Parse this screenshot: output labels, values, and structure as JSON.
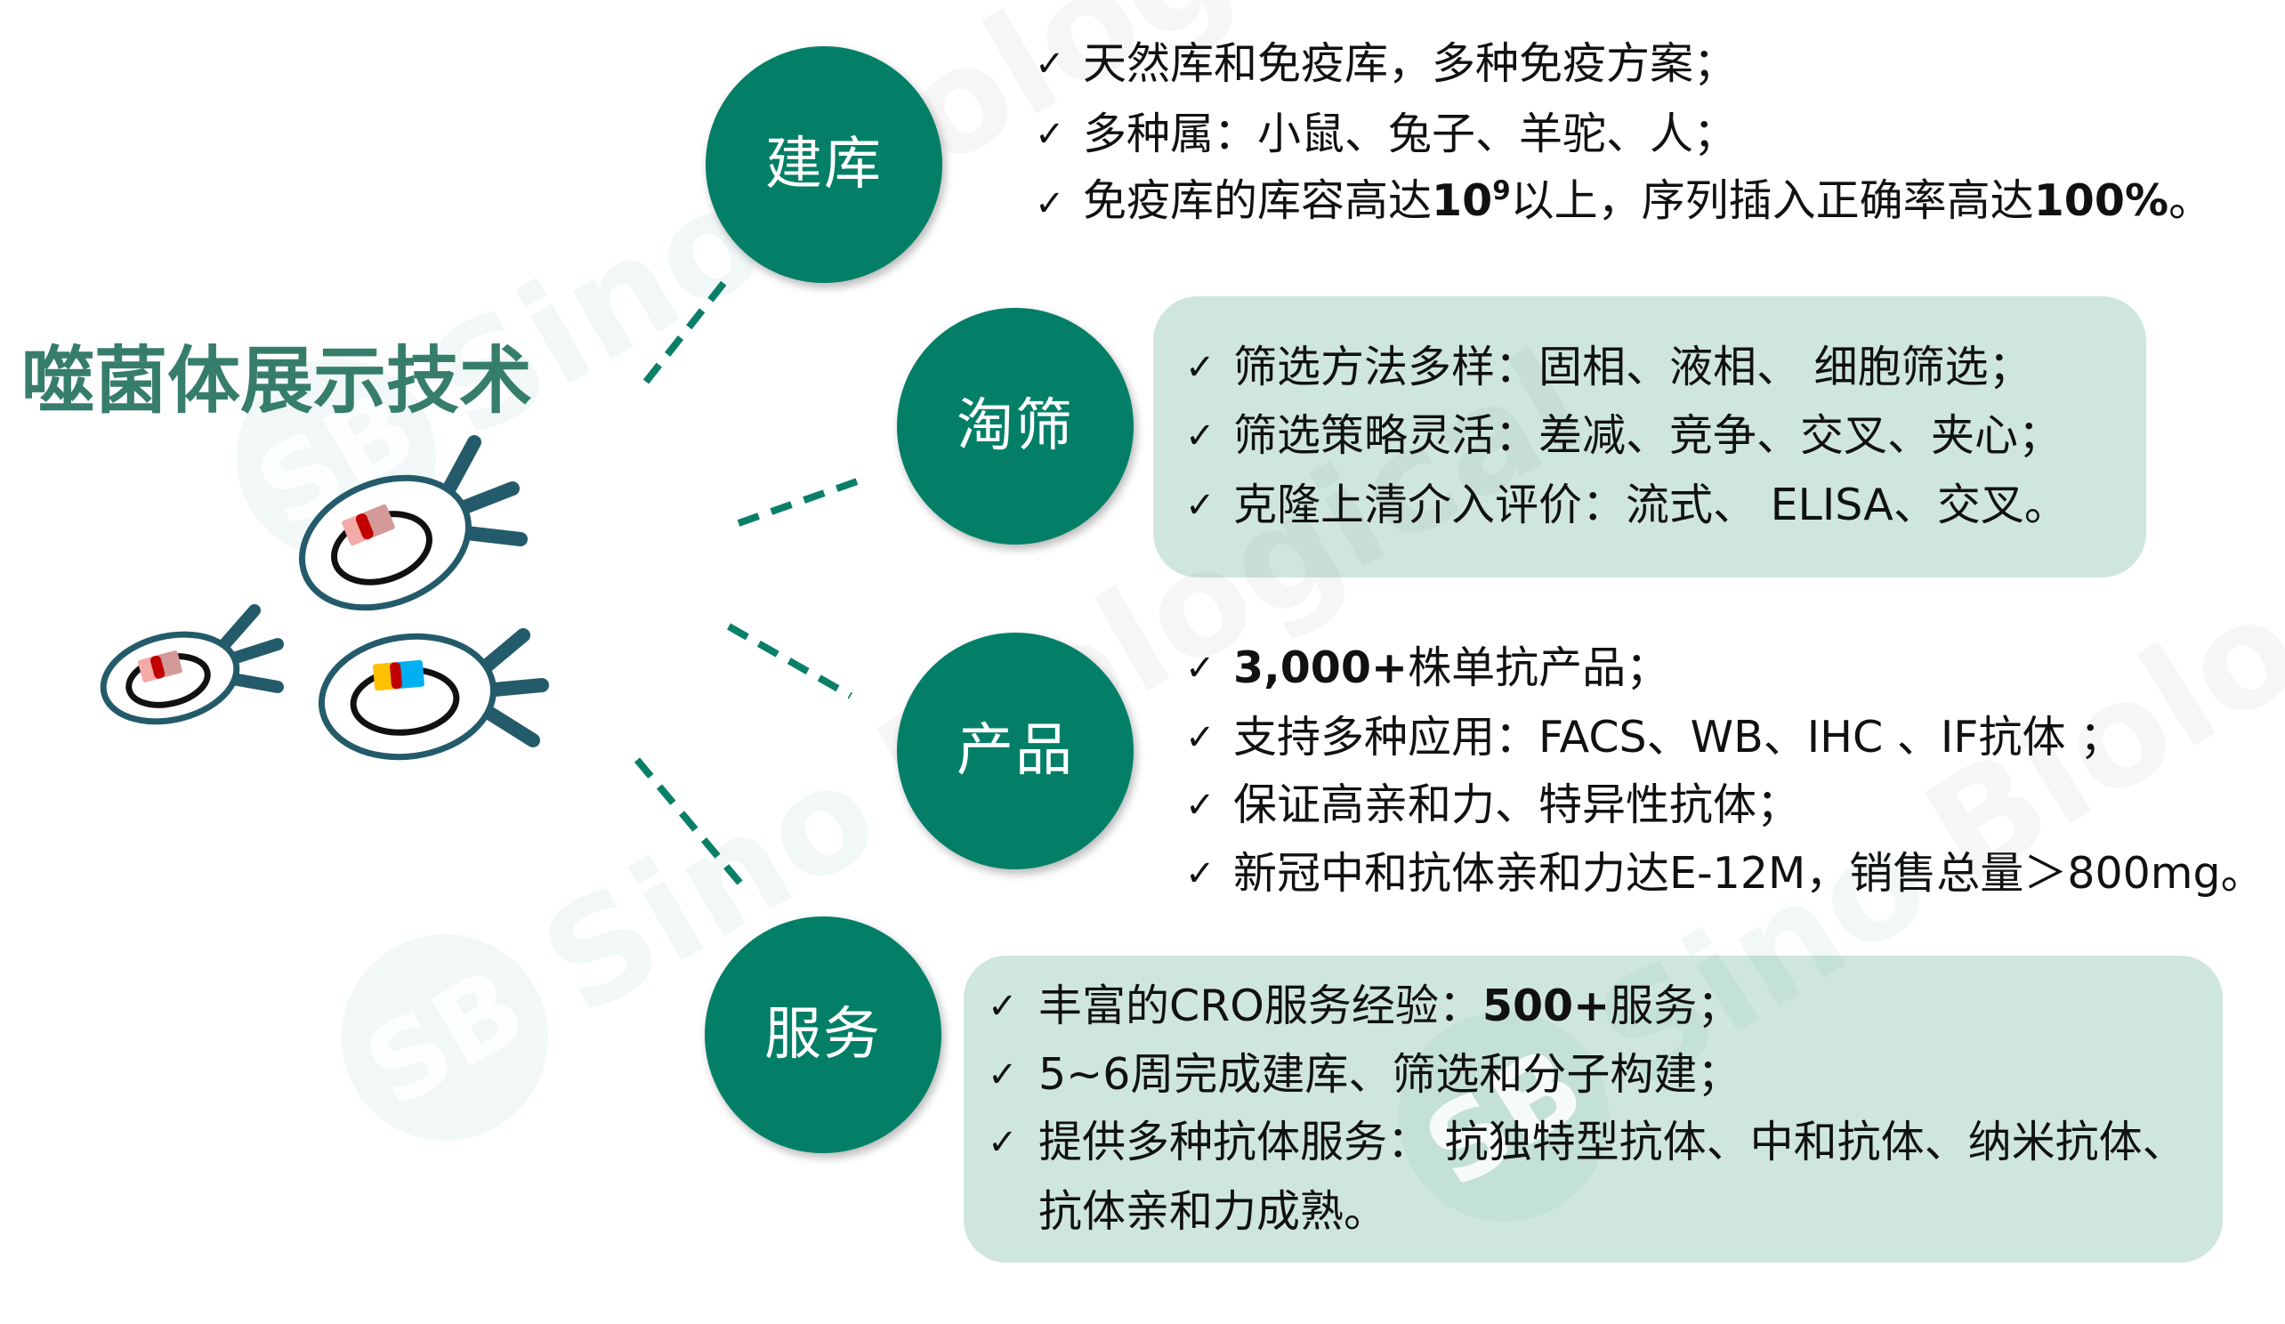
{
  "title": "噬菌体展示技术",
  "icons": {
    "check": "✓",
    "check_name": "checkmark-icon"
  },
  "colors": {
    "accent": "#037f67",
    "title": "#367d6b",
    "panel_bg": "#cfe6e0",
    "text": "#111111",
    "phage_stroke": "#245b6b",
    "dna_ring": "#111111",
    "dash": "#0a7f68"
  },
  "watermark": {
    "logo": "SB",
    "primary": "Sino",
    "secondary": "Biological"
  },
  "phages": [
    {
      "name": "phage-large",
      "tag_colors": [
        "#f4aaa6",
        "#c00000",
        "#d39a98"
      ]
    },
    {
      "name": "phage-small",
      "tag_colors": [
        "#f4aaa6",
        "#c00000",
        "#d39a98"
      ]
    },
    {
      "name": "phage-variant",
      "tag_colors": [
        "#ffc000",
        "#c00000",
        "#00b0f0"
      ]
    }
  ],
  "nodes": [
    {
      "label": "建库",
      "items": [
        {
          "segments": [
            {
              "text": "天然库和免疫库，多种免疫方案；"
            }
          ]
        },
        {
          "segments": [
            {
              "text": "多种属：小鼠、兔子、羊驼、人；"
            }
          ]
        },
        {
          "segments": [
            {
              "text": "免疫库的库容高达"
            },
            {
              "text": "10",
              "bold": true
            },
            {
              "text": "9",
              "bold": true,
              "sup": true
            },
            {
              "text": "以上，序列插入正确率高达"
            },
            {
              "text": "100%",
              "bold": true
            },
            {
              "text": "。"
            }
          ]
        }
      ]
    },
    {
      "label": "淘筛",
      "items": [
        {
          "segments": [
            {
              "text": "筛选方法多样：固相、液相、 细胞筛选；"
            }
          ]
        },
        {
          "segments": [
            {
              "text": "筛选策略灵活：差减、竞争、交叉、夹心；"
            }
          ]
        },
        {
          "segments": [
            {
              "text": "克隆上清介入评价：流式、 ELISA、交叉。"
            }
          ]
        }
      ]
    },
    {
      "label": "产品",
      "items": [
        {
          "segments": [
            {
              "text": "3,000+",
              "bold": true
            },
            {
              "text": "株单抗产品；"
            }
          ]
        },
        {
          "segments": [
            {
              "text": "支持多种应用：FACS、WB、IHC 、IF抗体 ；"
            }
          ]
        },
        {
          "segments": [
            {
              "text": "保证高亲和力、特异性抗体；"
            }
          ]
        },
        {
          "segments": [
            {
              "text": "新冠中和抗体亲和力达E-12M，销售总量＞800mg。"
            }
          ]
        }
      ]
    },
    {
      "label": "服务",
      "items": [
        {
          "segments": [
            {
              "text": "丰富的CRO服务经验："
            },
            {
              "text": "500+",
              "bold": true
            },
            {
              "text": "服务；"
            }
          ]
        },
        {
          "segments": [
            {
              "text": "5~6周完成建库、筛选和分子构建；"
            }
          ]
        },
        {
          "segments": [
            {
              "text": "提供多种抗体服务： 抗独特型抗体、中和抗体、纳米抗体、"
            }
          ],
          "continuation": "抗体亲和力成熟。"
        }
      ]
    }
  ]
}
